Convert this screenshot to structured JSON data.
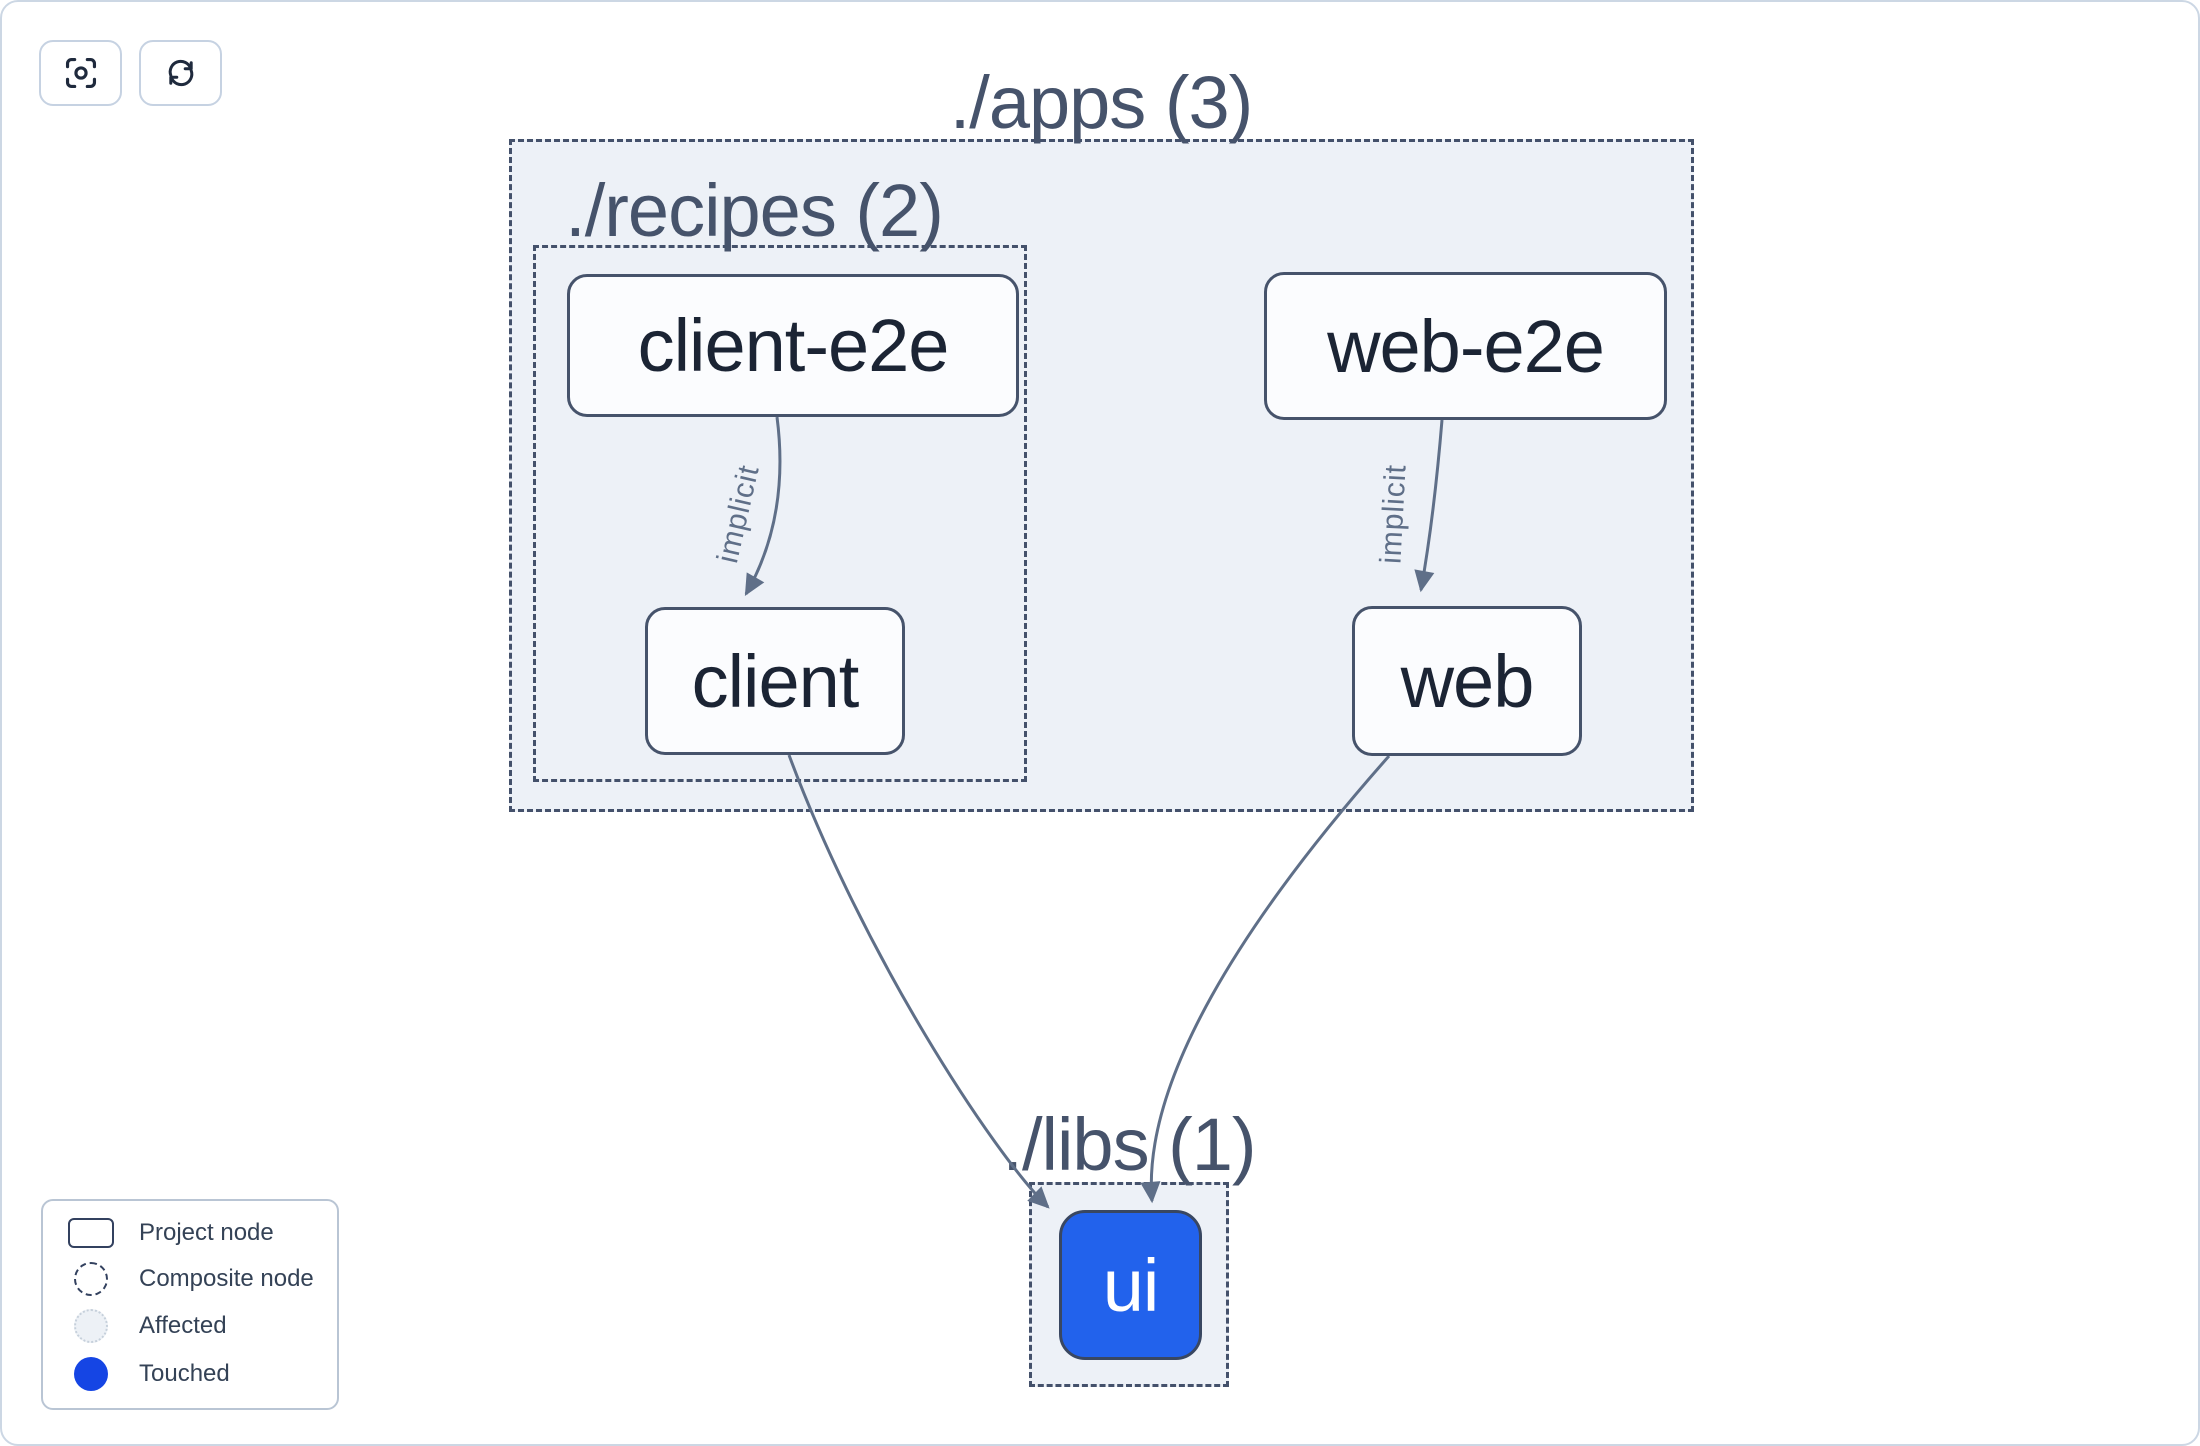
{
  "toolbar": {
    "buttons": [
      {
        "id": "focus",
        "icon": "focus-crosshair-icon"
      },
      {
        "id": "refresh",
        "icon": "refresh-cycle-icon"
      }
    ]
  },
  "graph": {
    "groups": [
      {
        "id": "apps",
        "label": "./apps (3)",
        "project_count": 3
      },
      {
        "id": "recipes",
        "label": "./recipes (2)",
        "project_count": 2
      },
      {
        "id": "libs",
        "label": "./libs (1)",
        "project_count": 1
      }
    ],
    "nodes": [
      {
        "id": "client-e2e",
        "label": "client-e2e",
        "state": "normal"
      },
      {
        "id": "web-e2e",
        "label": "web-e2e",
        "state": "normal"
      },
      {
        "id": "client",
        "label": "client",
        "state": "normal"
      },
      {
        "id": "web",
        "label": "web",
        "state": "normal"
      },
      {
        "id": "ui",
        "label": "ui",
        "state": "touched"
      }
    ],
    "edges": [
      {
        "from": "client-e2e",
        "to": "client",
        "label": "implicit"
      },
      {
        "from": "web-e2e",
        "to": "web",
        "label": "implicit"
      },
      {
        "from": "client",
        "to": "ui",
        "label": ""
      },
      {
        "from": "web",
        "to": "ui",
        "label": ""
      }
    ]
  },
  "legend": {
    "items": [
      {
        "icon": "project-node-swatch",
        "label": "Project node"
      },
      {
        "icon": "composite-node-swatch",
        "label": "Composite node"
      },
      {
        "icon": "affected-swatch",
        "label": "Affected"
      },
      {
        "icon": "touched-swatch",
        "label": "Touched"
      }
    ]
  },
  "colors": {
    "touched_node_fill": "#2262ec",
    "touched_legend_fill": "#1545e4",
    "edge_stroke": "#5f6f88",
    "group_fill": "#edf1f7",
    "dashed_border": "#44516b",
    "node_border": "#46536b",
    "node_text": "#1b2434",
    "group_title_text": "#46536b",
    "canvas_border": "#ccd7e4"
  }
}
